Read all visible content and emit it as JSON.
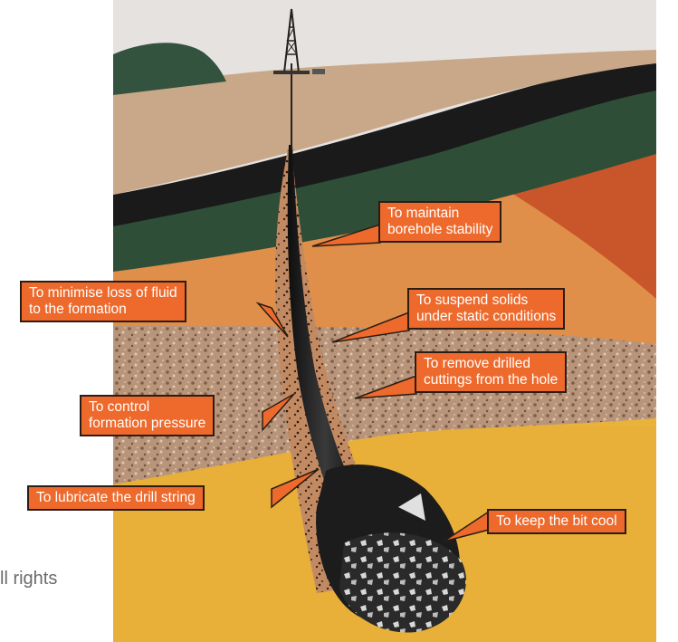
{
  "callouts": {
    "borehole_stability": [
      "To maintain",
      "borehole stability"
    ],
    "minimise_fluid_loss": [
      "To minimise loss of fluid",
      "to the formation"
    ],
    "suspend_solids": [
      "To suspend solids",
      "under static conditions"
    ],
    "remove_cuttings": [
      "To remove drilled",
      "cuttings from the hole"
    ],
    "control_pressure": [
      "To control",
      "formation pressure"
    ],
    "lubricate_string": [
      "To lubricate the drill string"
    ],
    "keep_bit_cool": [
      "To keep the bit cool"
    ]
  },
  "caption_fragment": "ll rights",
  "colors": {
    "callout_fill": "#ee6a2c",
    "callout_border": "#2b1d14",
    "sky": "#e6e2df",
    "drill_pipe": "#141414"
  }
}
